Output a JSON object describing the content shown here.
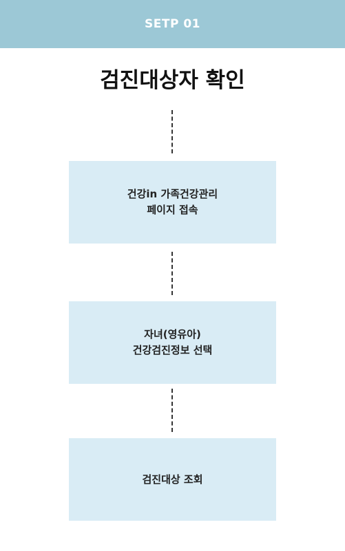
{
  "header": {
    "step_label": "SETP 01"
  },
  "title": "검진대상자 확인",
  "steps": [
    {
      "lines": [
        "건강in 가족건강관리",
        "페이지 접속"
      ]
    },
    {
      "lines": [
        "자녀(영유아)",
        "건강검진정보 선택"
      ]
    },
    {
      "lines": [
        "검진대상 조회"
      ]
    }
  ],
  "colors": {
    "header_bg": "#9cc8d6",
    "box_bg": "#d9ecf5",
    "text": "#111111",
    "connector": "#333333"
  }
}
